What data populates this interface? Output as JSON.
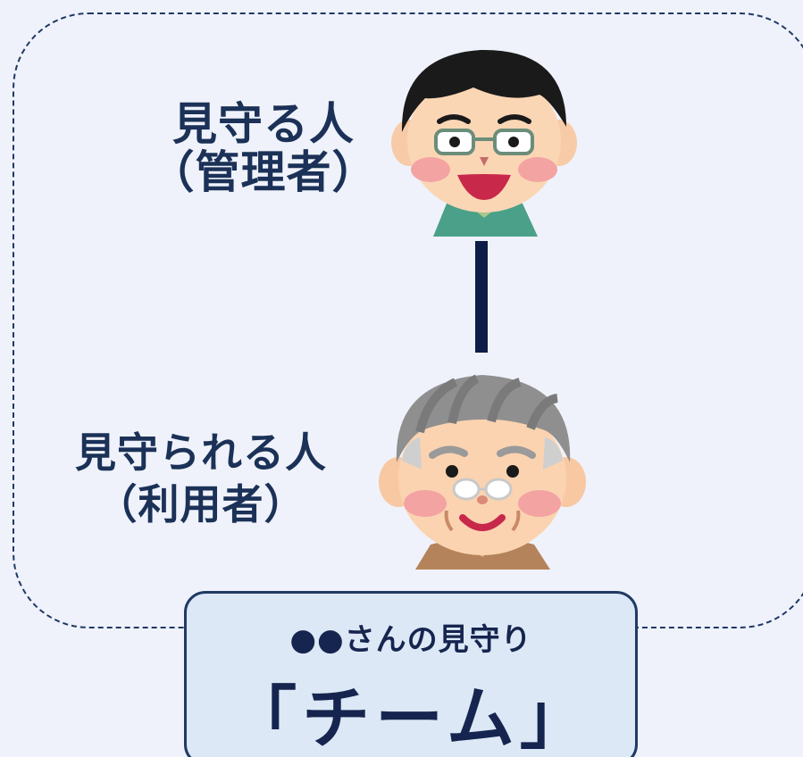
{
  "manager": {
    "label_line1": "見守る人",
    "label_line2": "（管理者）",
    "icon": "young-man-with-glasses-icon"
  },
  "user": {
    "label_line1": "見守られる人",
    "label_line2": "（利用者）",
    "icon": "elderly-man-with-glasses-icon"
  },
  "team": {
    "subtitle": "●●さんの見守り",
    "title": "「チーム」"
  },
  "colors": {
    "background": "#eff2fa",
    "frame_border": "#1f3866",
    "label_text": "#1b3157",
    "connector": "#0e1d47",
    "team_box_fill": "#dde8f6",
    "team_box_border": "#203a64"
  }
}
